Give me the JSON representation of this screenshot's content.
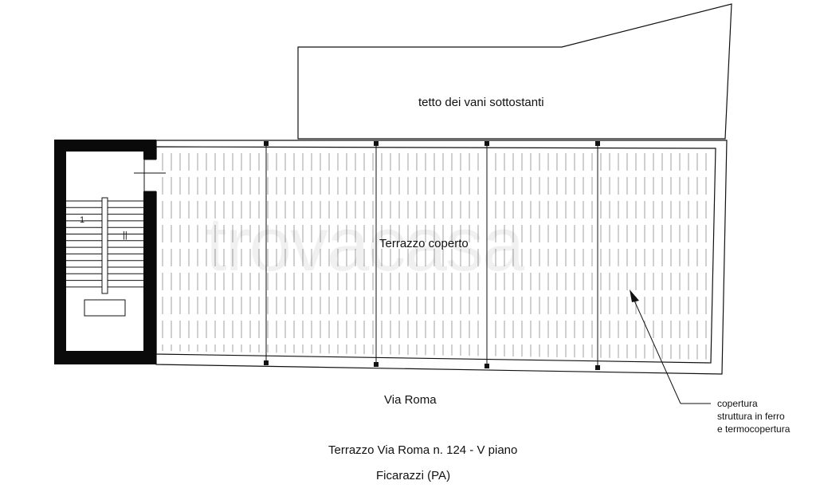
{
  "labels": {
    "roof_below": "tetto dei vani sottostanti",
    "terrace": "Terrazzo coperto",
    "street": "Via Roma"
  },
  "annotation": {
    "line1": "copertura",
    "line2": "struttura in ferro",
    "line3": "e termocopertura"
  },
  "caption": {
    "title": "Terrazzo Via Roma n. 124 - V piano",
    "location": "Ficarazzi (PA)"
  },
  "stair_marks": {
    "left": "1",
    "right": "||"
  },
  "watermark": "trovacasa",
  "colors": {
    "line": "#111111",
    "wall": "#0a0a0a",
    "hatch": "#8a8a8a"
  }
}
